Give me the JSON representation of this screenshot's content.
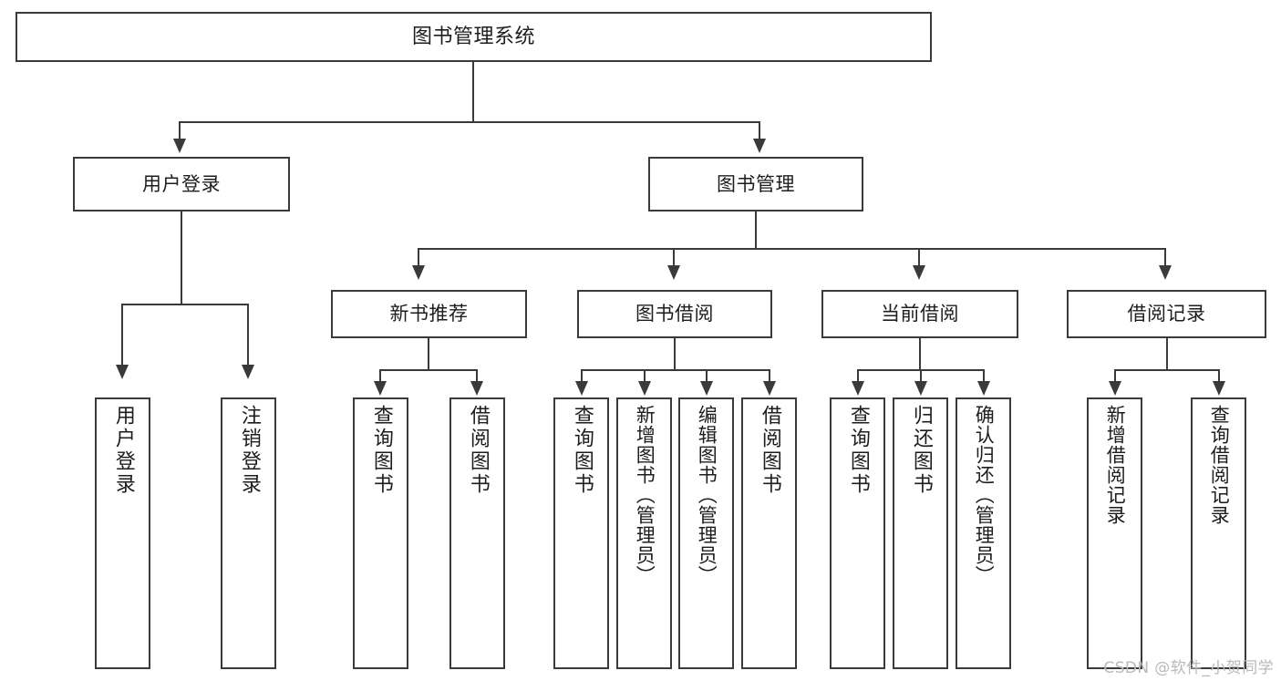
{
  "diagram": {
    "title": "图书管理系统",
    "type": "tree",
    "root": {
      "label": "图书管理系统"
    },
    "level2": [
      {
        "label": "用户登录"
      },
      {
        "label": "图书管理"
      }
    ],
    "level3": [
      {
        "label": "新书推荐"
      },
      {
        "label": "图书借阅"
      },
      {
        "label": "当前借阅"
      },
      {
        "label": "借阅记录"
      }
    ],
    "leaves": {
      "user_login": [
        {
          "label": "用户登录"
        },
        {
          "label": "注销登录"
        }
      ],
      "new_book_recommend": [
        {
          "label": "查询图书"
        },
        {
          "label": "借阅图书"
        }
      ],
      "book_borrow": [
        {
          "label": "查询图书"
        },
        {
          "label": "新增图书（管理员）"
        },
        {
          "label": "编辑图书（管理员）"
        },
        {
          "label": "借阅图书"
        }
      ],
      "current_borrow": [
        {
          "label": "查询图书"
        },
        {
          "label": "归还图书"
        },
        {
          "label": "确认归还（管理员）"
        }
      ],
      "borrow_record": [
        {
          "label": "新增借阅记录"
        },
        {
          "label": "查询借阅记录"
        }
      ]
    }
  },
  "watermark": {
    "text": "CSDN @软件_小贺同学"
  },
  "colors": {
    "stroke": "#3a3a3a",
    "background": "#ffffff",
    "text": "#1d1d1d",
    "watermark": "#b9b9b9"
  }
}
